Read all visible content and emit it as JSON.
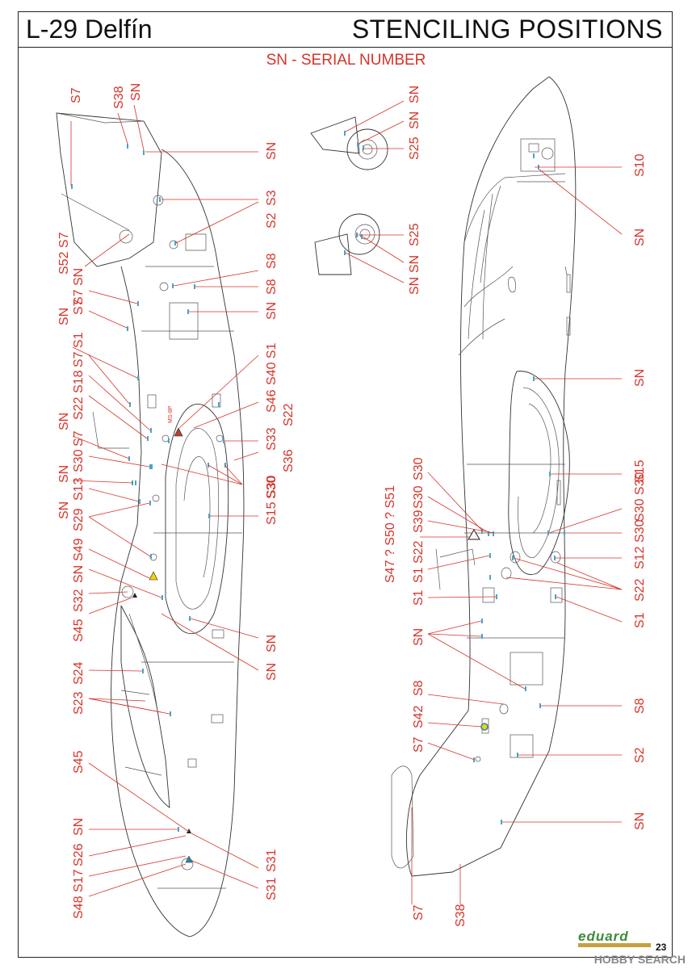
{
  "header": {
    "title_left": "L-29 Delfín",
    "title_right": "STENCILING POSITIONS"
  },
  "legend": "SN - SERIAL NUMBER",
  "left_view_labels": {
    "top": [
      "S7",
      "S38",
      "SN"
    ],
    "right": [
      "SN",
      "S3",
      "S2",
      "S8",
      "S8",
      "SN",
      "S40 S1",
      "S46",
      "S22",
      "S33",
      "S36",
      "S30",
      "S15 S30",
      "SN",
      "SN",
      "S31",
      "S31"
    ],
    "left": [
      "S52 S7",
      "S7 SN",
      "S7",
      "SN",
      "S7 S1",
      "S18",
      "S22",
      "SN",
      "S7",
      "S30",
      "SN",
      "S13",
      "SN",
      "S29",
      "S49",
      "SN",
      "S32",
      "S45",
      "S24",
      "S23",
      "S45",
      "SN",
      "S26",
      "S17",
      "S48"
    ]
  },
  "right_view_labels": {
    "wing_top": [
      "SN",
      "SN",
      "S25"
    ],
    "wing_bottom": [
      "S25",
      "SN",
      "SN"
    ],
    "right": [
      "S10",
      "SN",
      "SN",
      "S15",
      "S30 S30",
      "S30",
      "S12",
      "S22",
      "S1",
      "S8",
      "S2",
      "SN"
    ],
    "left": [
      "S30",
      "S30",
      "S39",
      "S47 ? S50 ? S51",
      "S1 S22",
      "S1",
      "SN",
      "S8",
      "S42",
      "S7",
      "S7",
      "S38"
    ]
  },
  "small_text": {
    "ms_label": "MS-8P"
  },
  "footer": {
    "brand": "eduard",
    "page": "23",
    "watermark": "HOBBY SEARCH"
  },
  "colors": {
    "callout": "#d6332a",
    "stencil_marker": "#4aa3c8",
    "warning_yellow": "#f2d200",
    "warning_red": "#b8422e",
    "brand_green": "#3c8a3c"
  }
}
